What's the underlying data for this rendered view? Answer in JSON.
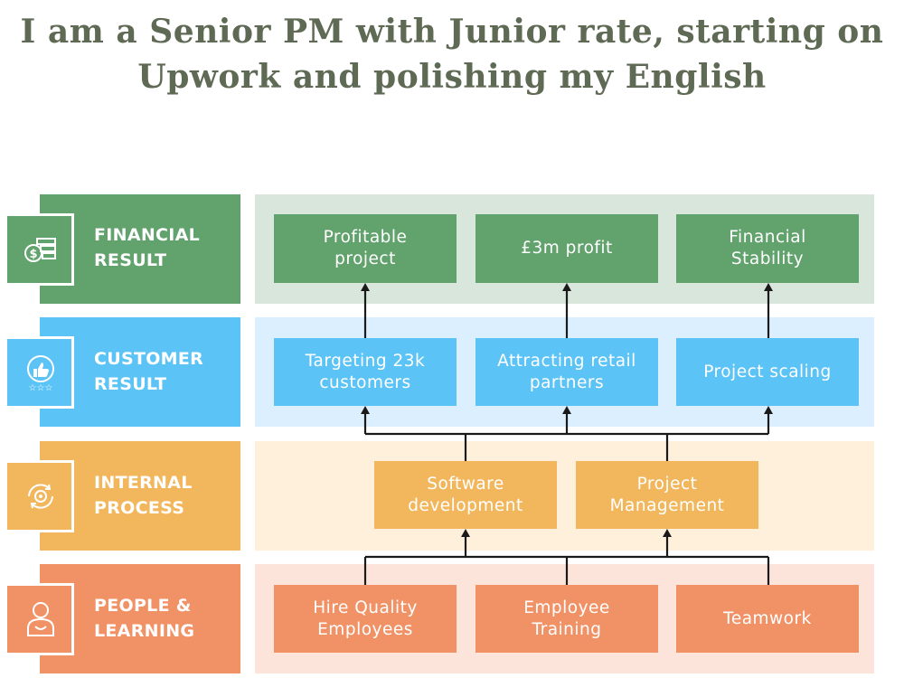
{
  "title": {
    "line1": "I am a Senior PM with Junior rate, starting on",
    "line2": "Upwork and polishing my English"
  },
  "colors": {
    "financial": "#61a26d",
    "financial_bg": "#d9e6dc",
    "customer": "#5bc3f5",
    "customer_bg": "#dcefff",
    "internal": "#f2b75d",
    "internal_bg": "#fff0dc",
    "people": "#f19266",
    "people_bg": "#fde4db",
    "title_text": "#5f6a55"
  },
  "rows": {
    "financial": {
      "label": "FINANCIAL\nRESULT",
      "icon": "money-stack-icon"
    },
    "customer": {
      "label": "CUSTOMER\nRESULT",
      "icon": "thumbs-up-rating-icon"
    },
    "internal": {
      "label": "INTERNAL\nPROCESS",
      "icon": "gear-cycle-icon"
    },
    "people": {
      "label": "PEOPLE &\nLEARNING",
      "icon": "person-icon"
    }
  },
  "boxes": {
    "profitable": "Profitable\nproject",
    "profit": "£3m profit",
    "stability": "Financial\nStability",
    "targeting": "Targeting 23k\ncustomers",
    "attracting": "Attracting retail\npartners",
    "scaling": "Project scaling",
    "software": "Software\ndevelopment",
    "pm": "Project\nManagement",
    "hire": "Hire Quality\nEmployees",
    "training": "Employee\nTraining",
    "teamwork": "Teamwork"
  }
}
